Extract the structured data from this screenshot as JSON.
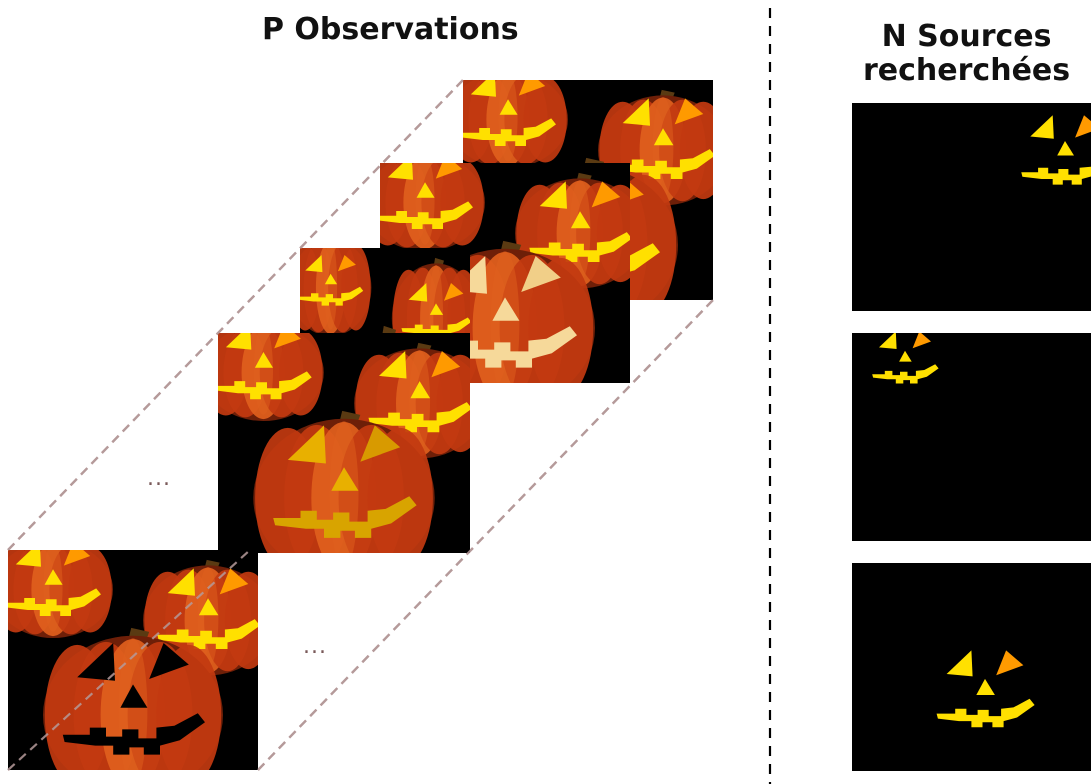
{
  "observations": {
    "title": "P Observations",
    "ellipsis": "...",
    "frames": [
      {
        "index": 1,
        "face": "black"
      },
      {
        "index": 2,
        "face": "gold"
      },
      {
        "index": 3,
        "face": "yellow"
      },
      {
        "index": 4,
        "face": "cream"
      },
      {
        "index": 5,
        "face": "yellow"
      }
    ]
  },
  "sources": {
    "title_line1": "N Sources",
    "title_line2": "recherchées",
    "panels": [
      {
        "content": "face-top-right"
      },
      {
        "content": "face-top-left"
      },
      {
        "content": "face-bottom-center"
      }
    ]
  },
  "colors": {
    "pumpkin_dark": "#6e1f08",
    "pumpkin": "#c23a10",
    "pumpkin_light": "#e0601d",
    "stem": "#5a3a12",
    "glow_yellow": "#ffe000",
    "glow_orange": "#ff9a00",
    "frame_bg": "#000000",
    "guide_line": "#b59a9a",
    "separator": "#000000"
  }
}
